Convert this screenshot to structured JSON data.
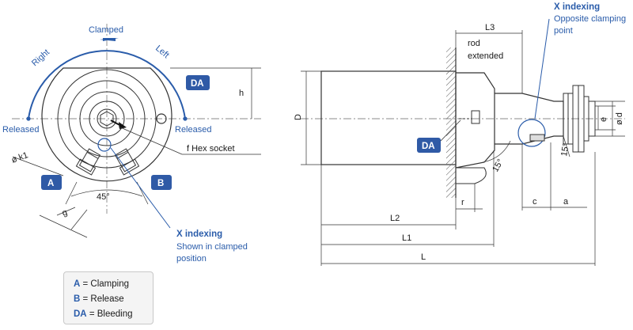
{
  "left_view": {
    "arc_labels": {
      "clamped": "Clamped",
      "right": "Right",
      "left": "Left"
    },
    "released_left": "Released",
    "released_right": "Released",
    "h": "h",
    "k1": "ø k1",
    "hex_socket": "f  Hex socket",
    "angle": "45°",
    "g": "g",
    "badges": {
      "a": "A",
      "b": "B",
      "da": "DA"
    },
    "x_indexing_title": "X indexing",
    "x_indexing_line1": "Shown in clamped",
    "x_indexing_line2": "position"
  },
  "right_view": {
    "L3": "L3",
    "rod_line1": "rod",
    "rod_line2": "extended",
    "x_indexing_title": "X indexing",
    "x_indexing_line1": "Opposite clamping",
    "x_indexing_line2": "point",
    "D": "D",
    "e": "e",
    "d": "ø d",
    "angle15a": "15°",
    "angle15b": "15°",
    "r": "r",
    "c": "c",
    "a": "a",
    "L2": "L2",
    "L1": "L1",
    "L": "L",
    "badge_da": "DA"
  },
  "legend": [
    {
      "key": "A",
      "text": " = Clamping"
    },
    {
      "key": "B",
      "text": " = Release"
    },
    {
      "key": "DA",
      "text": " = Bleeding"
    }
  ],
  "colors": {
    "accent": "#2a5caa",
    "badge": "#2f5aa6",
    "line": "#333333",
    "center_line": "#666666"
  }
}
